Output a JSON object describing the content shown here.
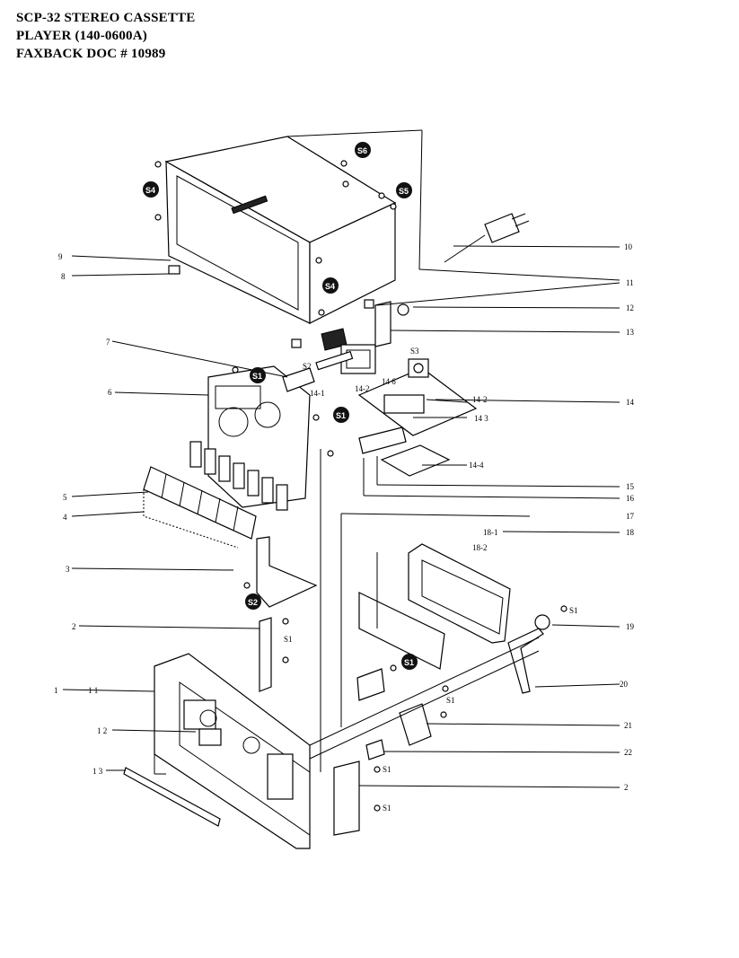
{
  "header": {
    "line1": "SCP-32 STEREO CASSETTE",
    "line2": "PLAYER  (140-0600A)",
    "line3": "FAXBACK DOC # 10989"
  },
  "callouts": {
    "n1": "1",
    "n1_1": "1 1",
    "n1_2": "1 2",
    "n1_3": "1 3",
    "n2a": "2",
    "n2b": "2",
    "n3": "3",
    "n4": "4",
    "n5": "5",
    "n6": "6",
    "n7": "7",
    "n8": "8",
    "n9": "9",
    "n10": "10",
    "n11": "11",
    "n12": "12",
    "n13": "13",
    "n14": "14",
    "n14_1": "14-1",
    "n14_2a": "14-2",
    "n14_2b": "14-2",
    "n14_3": "14 3",
    "n14_4": "14-4",
    "n14_6": "14 6",
    "n15": "15",
    "n16": "16",
    "n17": "17",
    "n18": "18",
    "n18_1": "18-1",
    "n18_2": "18-2",
    "n19": "19",
    "n20": "20",
    "n21": "21",
    "n22": "22",
    "s1a": "S1",
    "s1b": "S1",
    "s1c": "S1",
    "s1d": "S1",
    "s1e": "S1",
    "s2": "S2",
    "s3": "S3"
  },
  "badges": {
    "b_s6": "S6",
    "b_s4a": "S4",
    "b_s5": "S5",
    "b_s4b": "S4",
    "b_s1a": "S1",
    "b_s1b": "S1",
    "b_s2": "S2",
    "b_s1c": "S1"
  }
}
